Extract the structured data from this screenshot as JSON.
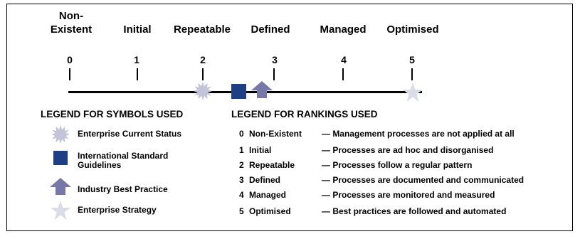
{
  "levels": [
    {
      "num": "0",
      "name_line1": "Non-",
      "name_line2": "Existent"
    },
    {
      "num": "1",
      "name": "Initial"
    },
    {
      "num": "2",
      "name": "Repeatable"
    },
    {
      "num": "3",
      "name": "Defined"
    },
    {
      "num": "4",
      "name": "Managed"
    },
    {
      "num": "5",
      "name": "Optimised"
    }
  ],
  "scale_markers": {
    "enterprise_current_status": 2,
    "international_standard_guidelines": 2.5,
    "industry_best_practice": 2.8,
    "enterprise_strategy": 5
  },
  "symbol_legend": {
    "title": "LEGEND FOR SYMBOLS USED",
    "items": [
      {
        "icon": "burst-icon",
        "color": "#c4c4d8",
        "label": "Enterprise Current Status"
      },
      {
        "icon": "square-icon",
        "color": "#1f3f85",
        "label": "International Standard Guidelines"
      },
      {
        "icon": "up-arrow-icon",
        "color": "#7878a8",
        "label": "Industry Best Practice"
      },
      {
        "icon": "star-icon",
        "color": "#dcdce8",
        "label": "Enterprise Strategy"
      }
    ]
  },
  "ranking_legend": {
    "title": "LEGEND FOR RANKINGS USED",
    "rows": [
      {
        "num": "0",
        "name": "Non-Existent",
        "desc": "— Management processes are not applied at all"
      },
      {
        "num": "1",
        "name": "Initial",
        "desc": "— Processes are ad hoc and disorganised"
      },
      {
        "num": "2",
        "name": "Repeatable",
        "desc": "— Processes follow a regular pattern"
      },
      {
        "num": "3",
        "name": "Defined",
        "desc": "— Processes are documented and communicated"
      },
      {
        "num": "4",
        "name": "Managed",
        "desc": "— Processes are monitored and measured"
      },
      {
        "num": "5",
        "name": "Optimised",
        "desc": "— Best practices are followed and automated"
      }
    ]
  }
}
